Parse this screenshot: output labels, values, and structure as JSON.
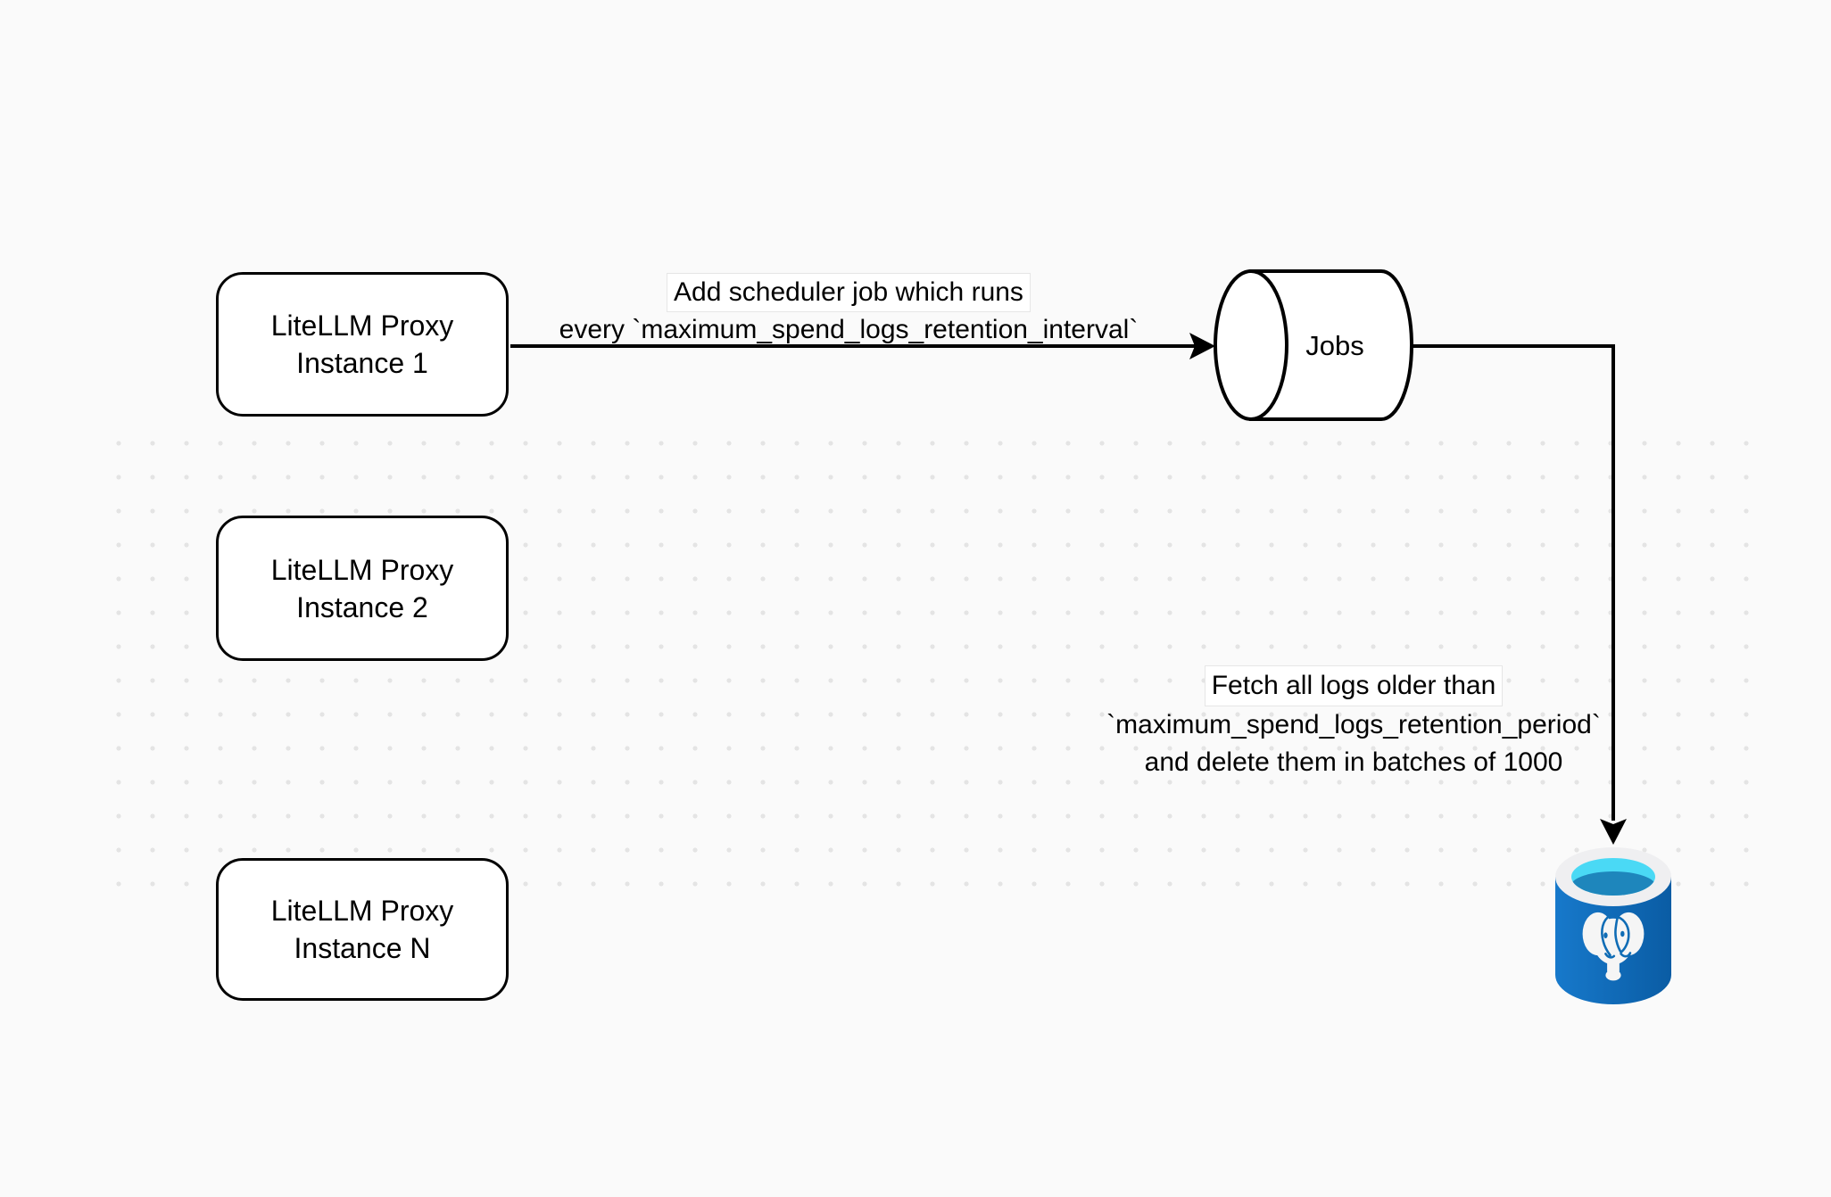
{
  "diagram": {
    "background": {
      "color": "#FAFAFA",
      "grid_dot_color": "#E4E4E4"
    },
    "nodes": [
      {
        "id": "litellm-proxy-1",
        "shape": "rounded-rectangle",
        "label": "LiteLLM Proxy\nInstance 1"
      },
      {
        "id": "litellm-proxy-2",
        "shape": "rounded-rectangle",
        "label": "LiteLLM Proxy\nInstance 2"
      },
      {
        "id": "litellm-proxy-n",
        "shape": "rounded-rectangle",
        "label": "LiteLLM Proxy\nInstance N"
      },
      {
        "id": "jobs-queue",
        "shape": "horizontal-cylinder",
        "label": "Jobs"
      },
      {
        "id": "postgres-db",
        "shape": "azure-postgresql-database-icon",
        "label": ""
      }
    ],
    "edges": [
      {
        "from": "litellm-proxy-1",
        "to": "jobs-queue",
        "label_lines": [
          "Add scheduler job which runs",
          "every `maximum_spend_logs_retention_interval`"
        ]
      },
      {
        "from": "jobs-queue",
        "to": "postgres-db",
        "label_lines": [
          "Fetch all logs older than",
          "`maximum_spend_logs_retention_period`",
          "and delete them in batches of 1000"
        ]
      }
    ],
    "colors": {
      "stroke": "#000000",
      "node_fill": "#FFFFFF",
      "db_body_light": "#1779CB",
      "db_body_dark": "#0A5CA4",
      "db_rim": "#EFEFF1",
      "db_top_cyan": "#4AD9F5",
      "db_top_teal": "#1E86BC",
      "db_detail_blue": "#0F6CB5",
      "elephant_white": "#F5F5F5"
    }
  }
}
